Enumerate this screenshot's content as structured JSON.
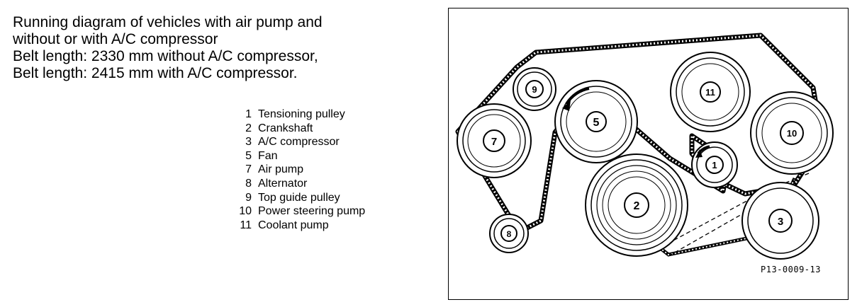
{
  "description": {
    "lines": [
      "Running diagram of vehicles with air pump and",
      "without or with A/C compressor",
      "Belt length: 2330 mm without A/C compressor,",
      "Belt length: 2415 mm with A/C compressor."
    ]
  },
  "legend": [
    {
      "num": "1",
      "label": "Tensioning pulley"
    },
    {
      "num": "2",
      "label": "Crankshaft"
    },
    {
      "num": "3",
      "label": "A/C compressor"
    },
    {
      "num": "5",
      "label": "Fan"
    },
    {
      "num": "7",
      "label": "Air pump"
    },
    {
      "num": "8",
      "label": "Alternator"
    },
    {
      "num": "9",
      "label": "Top guide pulley"
    },
    {
      "num": "10",
      "label": "Power steering pump"
    },
    {
      "num": "11",
      "label": "Coolant pump"
    }
  ],
  "diagram": {
    "pulleys": [
      {
        "id": "pulley-1",
        "label": "1"
      },
      {
        "id": "pulley-2",
        "label": "2"
      },
      {
        "id": "pulley-3",
        "label": "3"
      },
      {
        "id": "pulley-5",
        "label": "5"
      },
      {
        "id": "pulley-7",
        "label": "7"
      },
      {
        "id": "pulley-8",
        "label": "8"
      },
      {
        "id": "pulley-9",
        "label": "9"
      },
      {
        "id": "pulley-10",
        "label": "10"
      },
      {
        "id": "pulley-11",
        "label": "11"
      }
    ],
    "reference_code": "P13-0009-13"
  }
}
